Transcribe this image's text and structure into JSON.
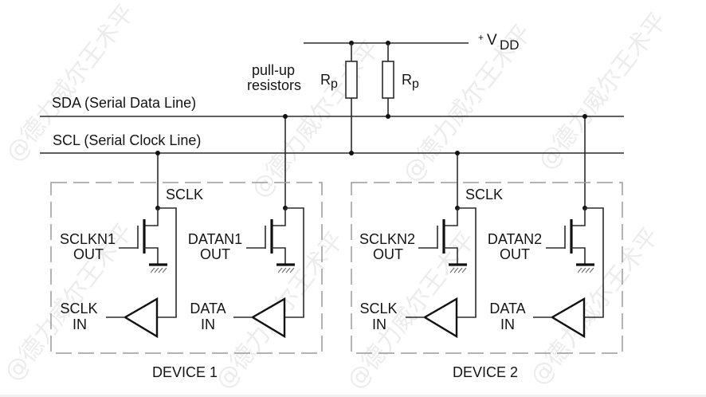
{
  "diagram": {
    "supply": {
      "plus": "+",
      "v": "V",
      "sub": "DD"
    },
    "pullup_label": [
      "pull-up",
      "resistors"
    ],
    "resistors": [
      {
        "r": "R",
        "sub": "p"
      },
      {
        "r": "R",
        "sub": "p"
      }
    ],
    "bus_lines": {
      "sda": "SDA (Serial Data Line)",
      "scl": "SCL (Serial Clock Line)"
    },
    "devices": [
      {
        "name": "DEVICE 1",
        "node_label": "SCLK",
        "clk_out": [
          "SCLKN1",
          "OUT"
        ],
        "data_out": [
          "DATAN1",
          "OUT"
        ],
        "clk_in": [
          "SCLK",
          "IN"
        ],
        "data_in": [
          "DATA",
          "IN"
        ]
      },
      {
        "name": "DEVICE 2",
        "node_label": "SCLK",
        "clk_out": [
          "SCLKN2",
          "OUT"
        ],
        "data_out": [
          "DATAN2",
          "OUT"
        ],
        "clk_in": [
          "SCLK",
          "IN"
        ],
        "data_in": [
          "DATA",
          "IN"
        ]
      }
    ]
  },
  "watermark": {
    "text": "@德力威尔王术平"
  }
}
